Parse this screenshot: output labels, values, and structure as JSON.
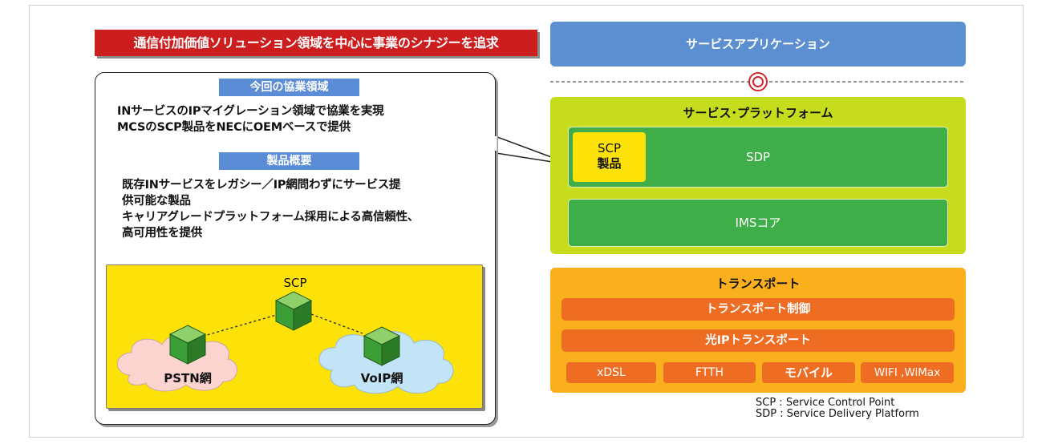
{
  "headline": "通信付加価値ソリューション領域を中心に事業のシナジーを追求",
  "callout": {
    "section1_title": "今回の協業領域",
    "section1_lines": [
      "INサービスのIPマイグレーション領域で協業を実現",
      "MCSのSCP製品をNECにOEMベースで提供"
    ],
    "section2_title": "製品概要",
    "section2_lines": [
      "既存INサービスをレガシー／IP網問わずにサービス提",
      "供可能な製品",
      "キャリアグレードプラットフォーム採用による高信頼性、",
      "高可用性を提供"
    ]
  },
  "network": {
    "scp_label": "SCP",
    "pstn_label": "PSTN網",
    "voip_label": "VoIP網",
    "colors": {
      "background": "#fde20a",
      "pstn_cloud": "#fbd3cf",
      "voip_cloud": "#c3e3f6",
      "cube": "#3fae49"
    }
  },
  "architecture": {
    "service_app": "サービスアプリケーション",
    "service_platform": "サービス･プラットフォーム",
    "scp_product": [
      "SCP",
      "製品"
    ],
    "sdp": "SDP",
    "ims_core": "IMSコア",
    "transport": "トランスポート",
    "transport_control": "トランスポート制御",
    "optical_ip": "光IPトランスポート",
    "access": [
      "xDSL",
      "FTTH",
      "モバイル",
      "WIFI ,WiMax"
    ],
    "colors": {
      "app": "#5b8fd2",
      "platform": "#c8dc1e",
      "sdp": "#3fae49",
      "transport": "#f9b01c",
      "transport_bar": "#ef6d23"
    }
  },
  "legend": [
    "SCP : Service Control Point",
    "SDP : Service Delivery Platform"
  ]
}
